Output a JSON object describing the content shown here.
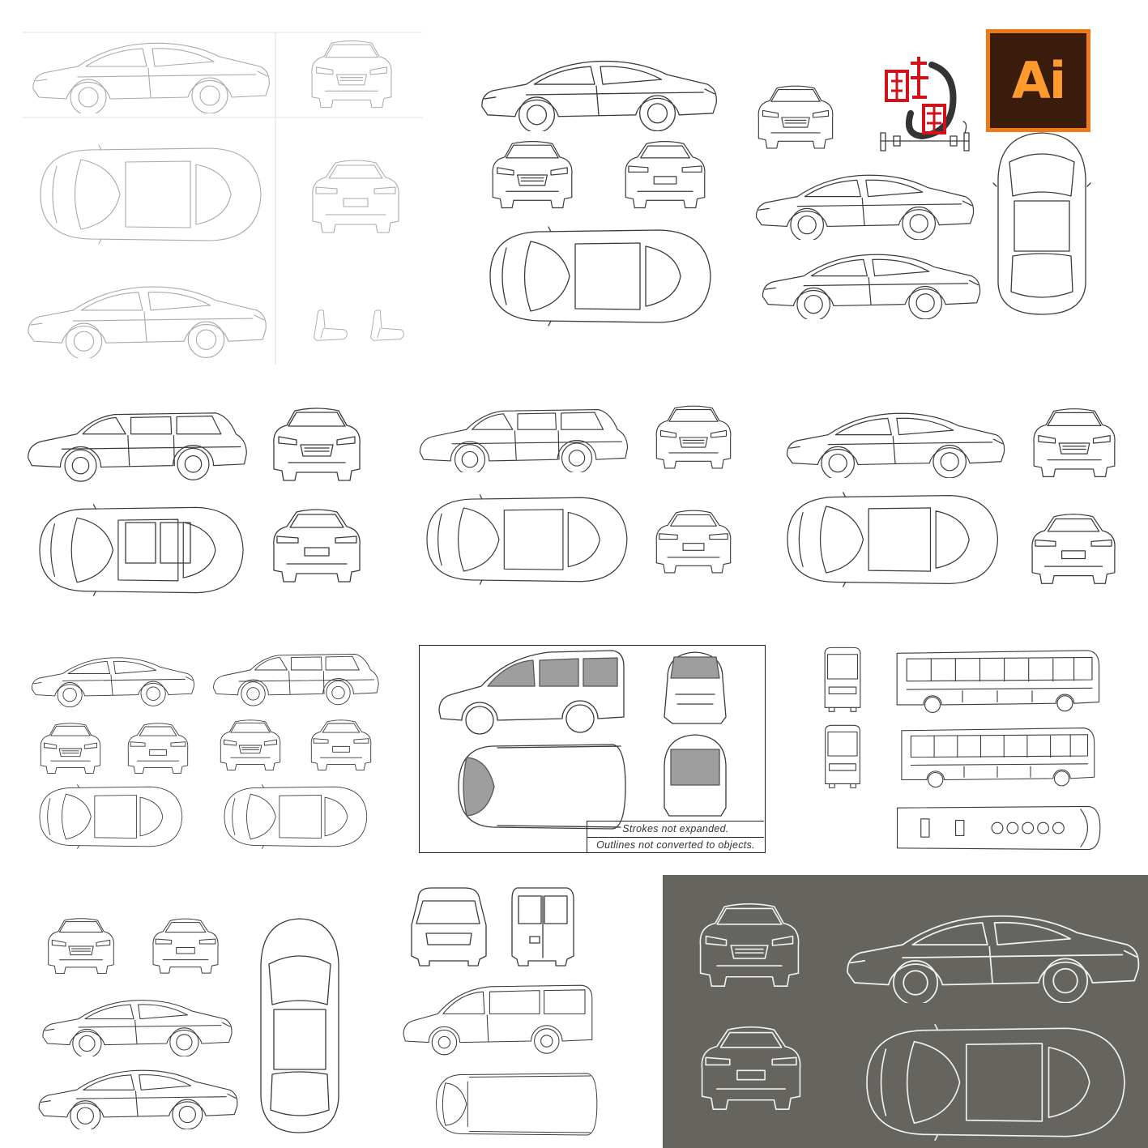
{
  "badge": {
    "label": "Ai",
    "icon": "adobe-illustrator-icon"
  },
  "seal": {
    "icon": "red-seal-stamp-icon"
  },
  "van_notes": {
    "line1": "Strokes not expanded.",
    "line2": "Outlines not converted to objects."
  },
  "colors": {
    "badge_orange": "#ef7a1a",
    "badge_dark": "#3a1c0c",
    "badge_text": "#ff9a2e",
    "seal_red": "#d0121b",
    "dark_panel": "#65645f",
    "van_window_grey": "#9e9e9e"
  }
}
